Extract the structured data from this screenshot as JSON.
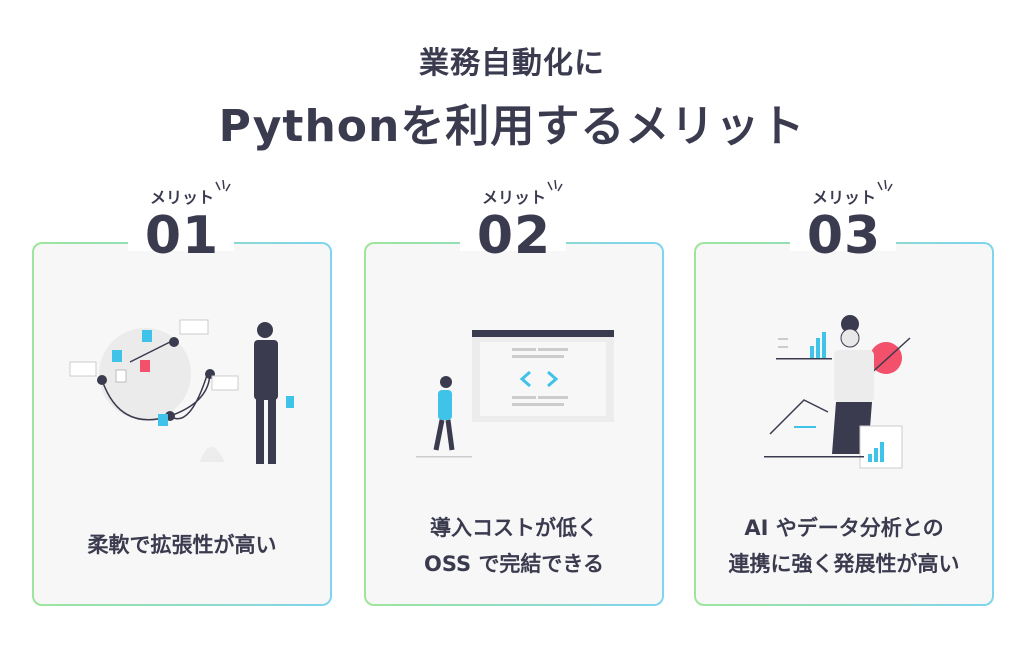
{
  "heading": {
    "line1": "業務自動化に",
    "line2": "Pythonを利用するメリット"
  },
  "cards": [
    {
      "label": "メリット",
      "number": "01",
      "lines": [
        "柔軟で拡張性が高い"
      ]
    },
    {
      "label": "メリット",
      "number": "02",
      "lines": [
        "導入コストが低く",
        "OSS で完結できる"
      ]
    },
    {
      "label": "メリット",
      "number": "03",
      "lines": [
        "AI やデータ分析との",
        "連携に強く発展性が高い"
      ]
    }
  ],
  "colors": {
    "text": "#3b3b4f",
    "accent_blue": "#3fc3e8",
    "accent_red": "#f2506b",
    "border_green": "#9ee59b",
    "border_blue": "#7fd4ee"
  }
}
